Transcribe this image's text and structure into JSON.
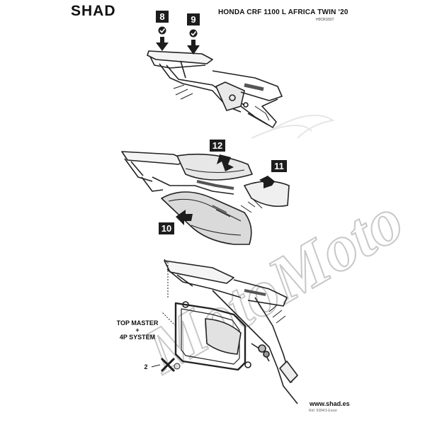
{
  "header": {
    "brand": "SHAD",
    "title": "HONDA CRF 1100 L AFRICA TWIN '20",
    "code": "H0CR10ST"
  },
  "steps": {
    "s8": "8",
    "s9": "9",
    "s10": "10",
    "s11": "11",
    "s12": "12"
  },
  "notes": {
    "system_line1": "TOP MASTER",
    "system_line2": "+",
    "system_line3": "4P SYSTEM",
    "qty": "2"
  },
  "footer": {
    "website": "www.shad.es",
    "ref": "Ref. 9284/3 Essor"
  },
  "watermark": "MotoMoto",
  "icons": [
    "check-icon",
    "down-arrow-icon",
    "pointer-arrow-icon",
    "cross-icon"
  ]
}
